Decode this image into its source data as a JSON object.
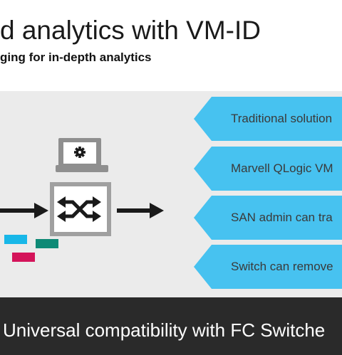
{
  "header": {
    "title": "d analytics with VM-ID",
    "subtitle": "ging for in-depth analytics"
  },
  "diagram": {
    "items": [
      {
        "label": "Traditional solution"
      },
      {
        "label": "Marvell QLogic VM"
      },
      {
        "label": "SAN admin can tra"
      },
      {
        "label": "Switch can remove"
      }
    ],
    "icons": [
      "laptop-gear-icon",
      "fc-switch-icon"
    ],
    "tag_colors": [
      "#18b7e8",
      "#0f8a76",
      "#d4145a"
    ],
    "accent": "#47c2f0"
  },
  "footer": {
    "text": "Universal compatibility with FC Switche"
  }
}
